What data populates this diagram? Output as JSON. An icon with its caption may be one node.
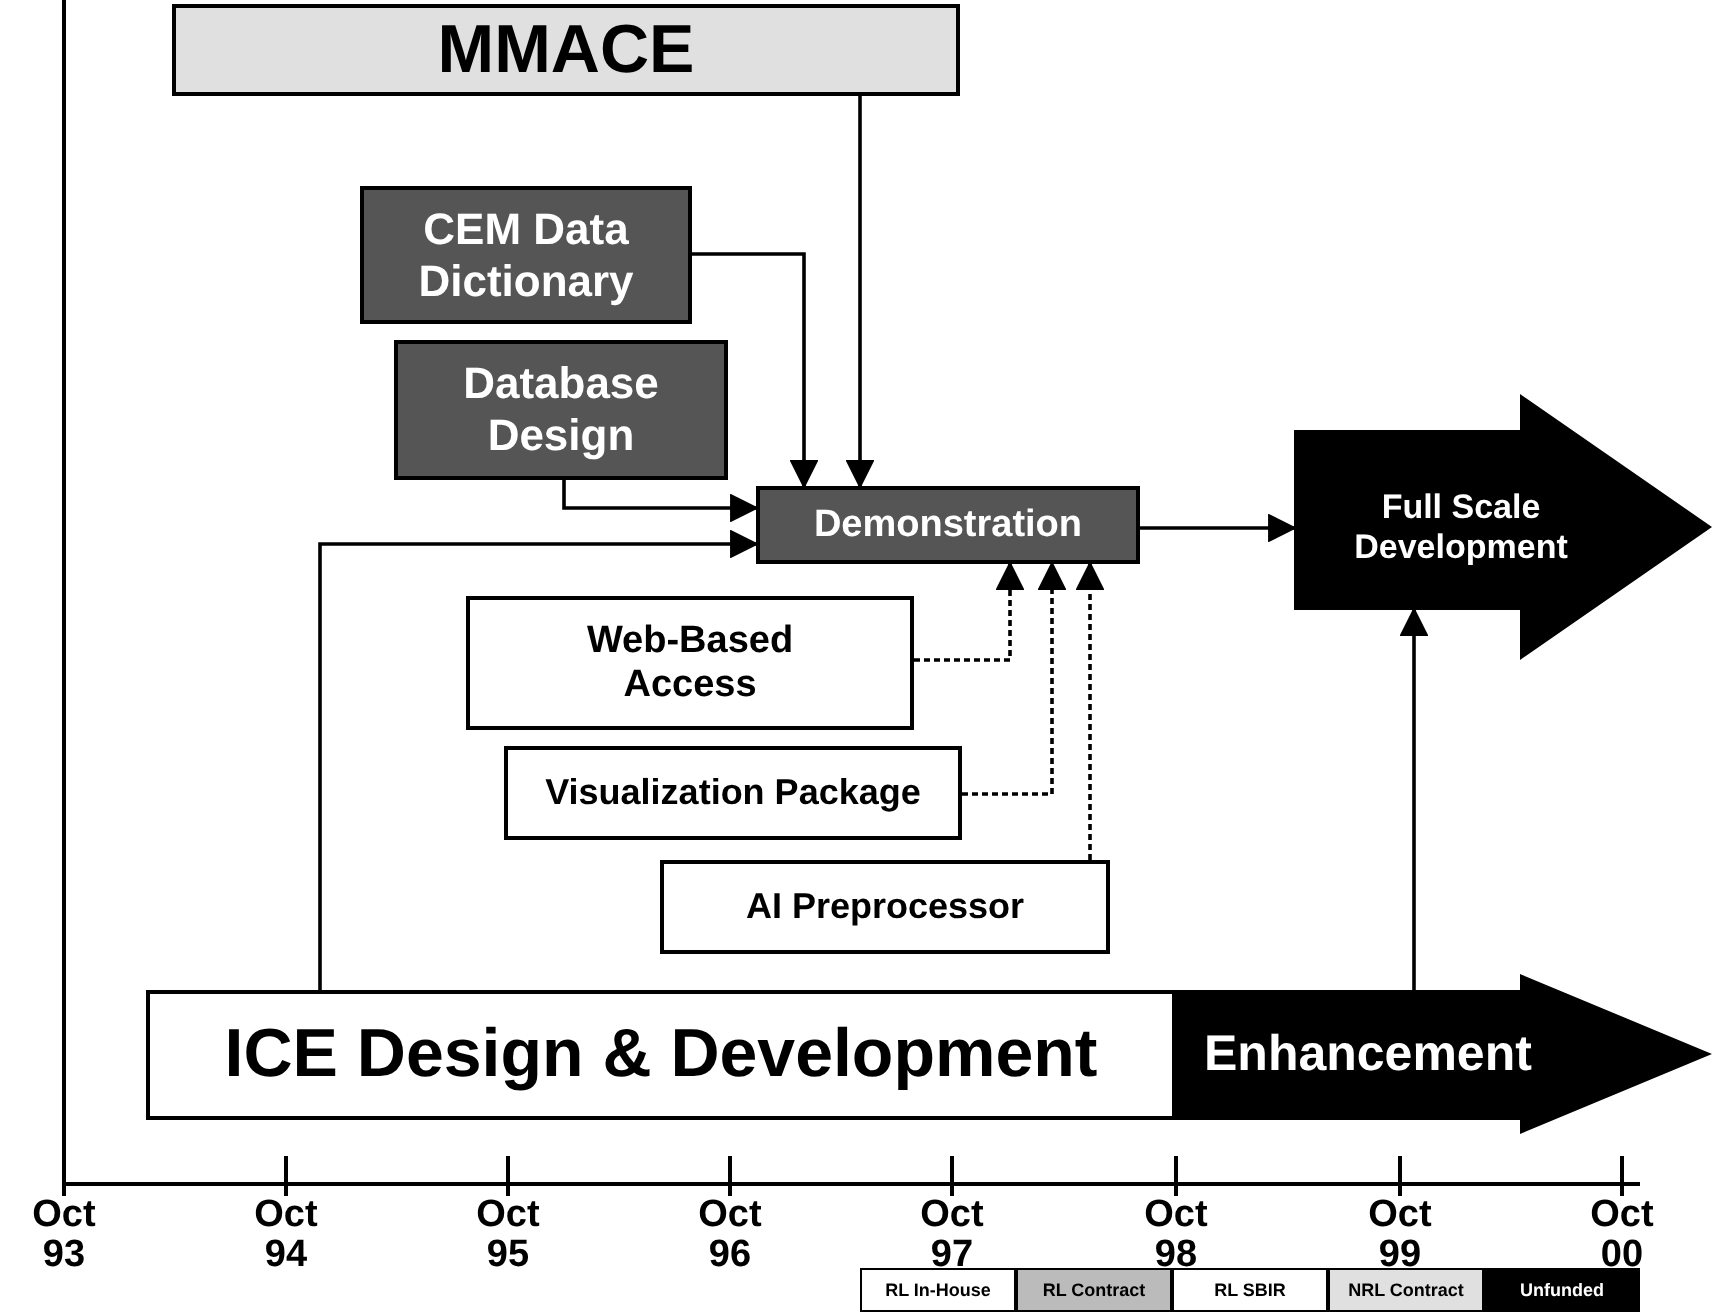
{
  "diagram": {
    "nodes": [
      {
        "text": [
          "MMACE"
        ]
      },
      {
        "text": [
          "CEM Data Dictionary"
        ]
      },
      {
        "text": [
          "Database Design"
        ]
      },
      {
        "text": [
          "Demonstration"
        ]
      },
      {
        "text": [
          "Web-Based Access"
        ]
      },
      {
        "text": [
          "Visualization Package"
        ]
      },
      {
        "text": [
          "AI Preprocessor"
        ]
      },
      {
        "text": [
          "ICE Design & Development"
        ]
      },
      {
        "text": [
          "Enhancement"
        ]
      },
      {
        "text": [
          "Full Scale Development"
        ]
      }
    ],
    "edges": [
      {
        "from": 0,
        "to": 3,
        "arrow": "to"
      },
      {
        "from": 1,
        "to": 3,
        "arrow": "to"
      },
      {
        "from": 2,
        "to": 3,
        "arrow": "to"
      },
      {
        "from": 7,
        "to": 3,
        "arrow": "to"
      },
      {
        "from": 4,
        "to": 3,
        "arrow": "to",
        "style": "dashed"
      },
      {
        "from": 5,
        "to": 3,
        "arrow": "to",
        "style": "dashed"
      },
      {
        "from": 6,
        "to": 3,
        "arrow": "to",
        "style": "dashed"
      },
      {
        "from": 3,
        "to": 9,
        "arrow": "to"
      },
      {
        "from": 8,
        "to": 9,
        "arrow": "to"
      }
    ],
    "labels": [
      "Oct 93",
      "Oct 94",
      "Oct 95",
      "Oct 96",
      "Oct 97",
      "Oct 98",
      "Oct 99",
      "Oct 00"
    ],
    "legend": [
      {
        "text": "RL In-House",
        "color": "#ffffff"
      },
      {
        "text": "RL Contract",
        "color": "#bbbbbb"
      },
      {
        "text": "RL SBIR",
        "color": "#ffffff"
      },
      {
        "text": "NRL Contract",
        "color": "#e0e0e0"
      },
      {
        "text": "Unfunded",
        "color": "#000000"
      }
    ]
  }
}
